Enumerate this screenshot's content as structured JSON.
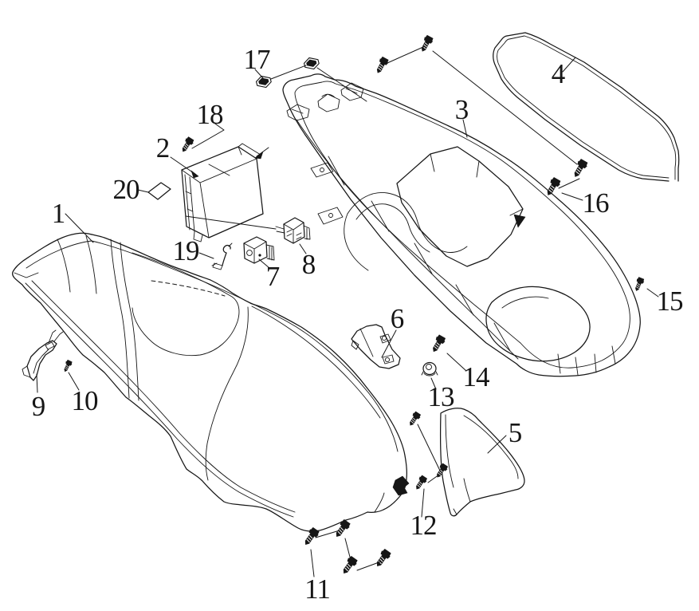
{
  "diagram": {
    "type": "exploded-parts-diagram",
    "background_color": "#ffffff",
    "line_color": "#161616",
    "callouts": [
      {
        "number": "1"
      },
      {
        "number": "2"
      },
      {
        "number": "3"
      },
      {
        "number": "4"
      },
      {
        "number": "5"
      },
      {
        "number": "6"
      },
      {
        "number": "7"
      },
      {
        "number": "8"
      },
      {
        "number": "9"
      },
      {
        "number": "10"
      },
      {
        "number": "11"
      },
      {
        "number": "12"
      },
      {
        "number": "13"
      },
      {
        "number": "14"
      },
      {
        "number": "15"
      },
      {
        "number": "16"
      },
      {
        "number": "17"
      },
      {
        "number": "18"
      },
      {
        "number": "19"
      },
      {
        "number": "20"
      }
    ]
  }
}
